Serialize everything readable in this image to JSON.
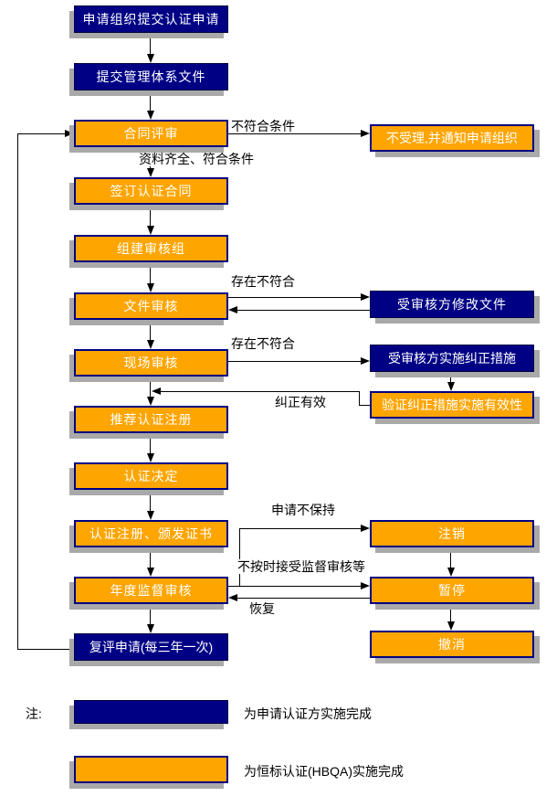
{
  "colors": {
    "navy": "#000085",
    "orange": "#FFA500",
    "border_navy": "#000080",
    "shadow_gray": "#A9A9A9",
    "line_black": "#000000",
    "box_text_white": "#FFFFFF"
  },
  "nodes": {
    "submit_application": "申请组织提交认证申请",
    "submit_documents": "提交管理体系文件",
    "contract_review": "合同评审",
    "sign_contract": "签订认证合同",
    "form_audit_team": "组建审核组",
    "document_audit": "文件审核",
    "onsite_audit": "现场审核",
    "recommend_registration": "推荐认证注册",
    "certification_decision": "认证决定",
    "register_issue_certificate": "认证注册、颁发证书",
    "annual_supervision_audit": "年度监督审核",
    "reassessment_application": "复评申请(每三年一次)",
    "not_accepted_notify": "不受理,并通知申请组织",
    "auditee_modify_documents": "受审核方修改文件",
    "auditee_corrective_actions": "受审核方实施纠正措施",
    "verify_corrective_effectiveness": "验证纠正措施实施有效性",
    "cancellation": "注销",
    "suspension": "暂停",
    "revocation": "撤消"
  },
  "edge_labels": {
    "not_meet_conditions": "不符合条件",
    "materials_complete_meet_conditions": "资料齐全、符合条件",
    "nonconformity_exists_doc": "存在不符合",
    "nonconformity_exists_site": "存在不符合",
    "correction_effective": "纠正有效",
    "apply_not_maintain": "申请不保持",
    "not_accept_supervision_on_time": "不按时接受监督审核等",
    "resume": "恢复"
  },
  "legend": {
    "note_label": "注:",
    "items": [
      {
        "swatch": "navy",
        "text": "为申请认证方实施完成"
      },
      {
        "swatch": "orange",
        "text": "为恒标认证(HBQA)实施完成"
      }
    ]
  }
}
